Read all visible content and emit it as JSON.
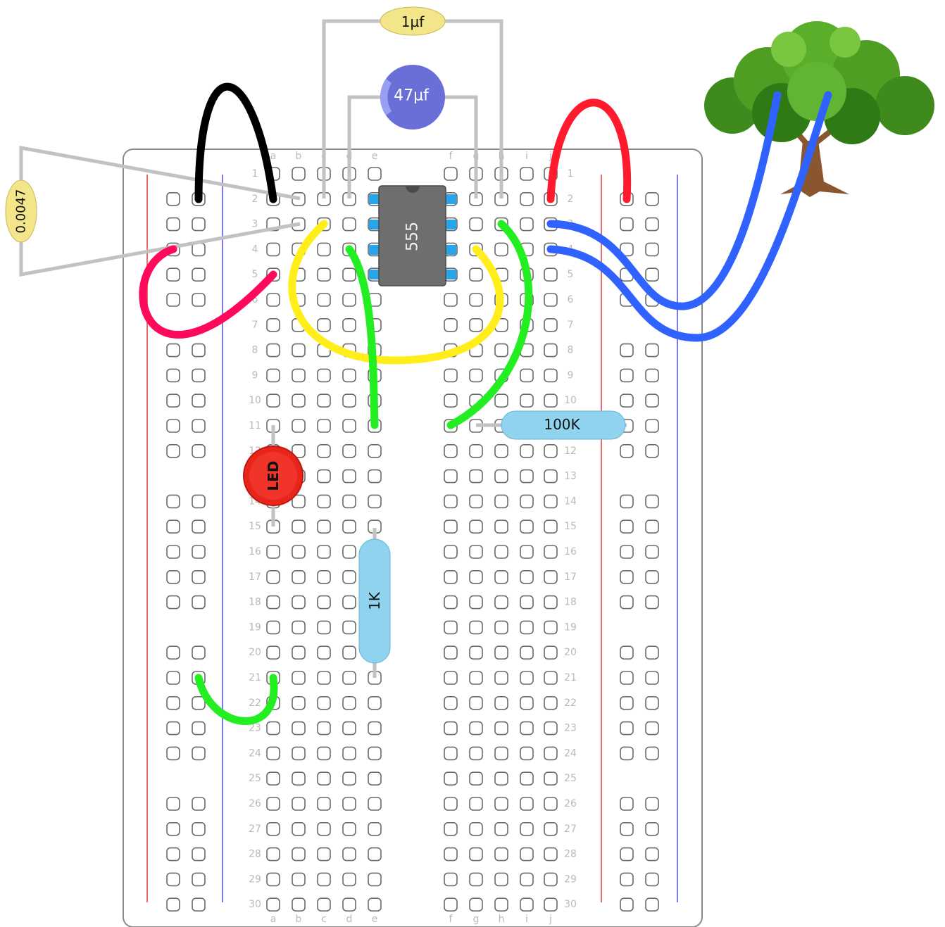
{
  "breadboard": {
    "columns_left": [
      "a",
      "b",
      "c",
      "d",
      "e"
    ],
    "columns_right": [
      "f",
      "g",
      "h",
      "i",
      "j"
    ],
    "rows": [
      "1",
      "2",
      "3",
      "4",
      "5",
      "6",
      "7",
      "8",
      "9",
      "10",
      "11",
      "12",
      "13",
      "14",
      "15",
      "16",
      "17",
      "18",
      "19",
      "20",
      "21",
      "22",
      "23",
      "24",
      "25",
      "26",
      "27",
      "28",
      "29",
      "30"
    ]
  },
  "components": {
    "ic": {
      "label": "555",
      "name": "timer-ic"
    },
    "cap_top": {
      "label": "1µf"
    },
    "cap_electrolytic": {
      "label": "47µf"
    },
    "cap_side": {
      "label": "0.0047"
    },
    "resistor_100k": {
      "label": "100K"
    },
    "resistor_1k": {
      "label": "1K"
    },
    "led": {
      "label": "LED",
      "color": "#e8241b"
    }
  },
  "colors": {
    "wire_black": "#000000",
    "wire_red": "#ff1a2e",
    "wire_pink": "#ff0a5a",
    "wire_yellow": "#ffee1a",
    "wire_green": "#22ee22",
    "wire_blue": "#2f62ff",
    "rail_red": "#e23b3b",
    "rail_blue": "#4b4bff",
    "resistor_body": "#8fd3ef",
    "cap_ceramic": "#f3e58a",
    "cap_electrolytic": "#6a6fd8"
  }
}
